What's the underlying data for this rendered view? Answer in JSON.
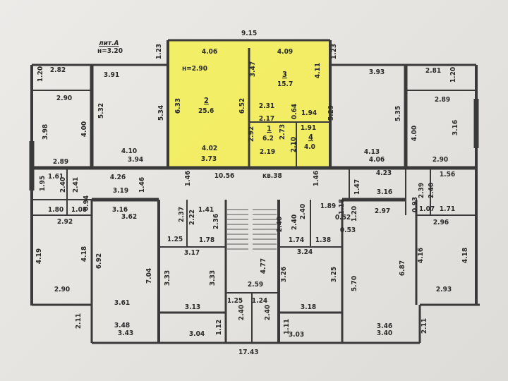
{
  "header": {
    "building_letter": "лит.А",
    "floor_height": "н=3.20",
    "section_width": "9.15",
    "section_length": "17.43"
  },
  "highlighted_apartment": {
    "label": "кв.38",
    "ceiling_height": "н=2.90",
    "highlight_color": "#f3ee4f",
    "rooms": [
      {
        "number": "2",
        "area": "25.6"
      },
      {
        "number": "3",
        "area": "15.7"
      },
      {
        "number": "1",
        "area": "6.2"
      },
      {
        "number": "4",
        "area": "4.0"
      }
    ]
  },
  "colors": {
    "paper": "#e8e6e2",
    "wall": "#3a3a3a",
    "line": "#4a4a4a"
  },
  "dimensions": [
    "1.23",
    "1.23",
    "4.06",
    "6.33",
    "6.52",
    "5.34",
    "3.47",
    "4.09",
    "4.11",
    "2.31",
    "0.64",
    "1.94",
    "2.17",
    "2.92",
    "2.73",
    "1.91",
    "2.10",
    "4.02",
    "3.73",
    "2.19",
    "5.29",
    "10.56",
    "1.46",
    "1.46",
    "2.82",
    "1.20",
    "3.91",
    "2.90",
    "5.32",
    "3.98",
    "4.00",
    "4.10",
    "3.94",
    "2.89",
    "1.61",
    "1.95",
    "2.40",
    "2.41",
    "4.26",
    "1.46",
    "3.19",
    "0.94",
    "1.80",
    "1.08",
    "3.16",
    "3.62",
    "3.93",
    "2.81",
    "1.20",
    "2.89",
    "5.35",
    "4.00",
    "3.16",
    "4.13",
    "4.06",
    "2.90",
    "4.23",
    "1.56",
    "1.47",
    "2.39",
    "2.40",
    "3.16",
    "0.93",
    "1.07",
    "1.71",
    "2.97",
    "1.20",
    "1.18",
    "0.52",
    "0.53",
    "2.92",
    "4.19",
    "4.18",
    "6.92",
    "2.90",
    "7.04",
    "3.61",
    "2.11",
    "3.48",
    "3.43",
    "2.37",
    "2.22",
    "1.41",
    "2.36",
    "1.25",
    "1.78",
    "3.17",
    "3.33",
    "3.33",
    "3.13",
    "3.04",
    "1.12",
    "4.77",
    "2.59",
    "1.25",
    "1.24",
    "2.40",
    "2.40",
    "2.40",
    "2.40",
    "2.40",
    "1.89",
    "1.74",
    "1.38",
    "3.24",
    "3.26",
    "3.25",
    "3.18",
    "1.11",
    "3.03",
    "2.96",
    "4.16",
    "4.18",
    "6.87",
    "5.70",
    "2.93",
    "3.46",
    "3.40",
    "2.11"
  ]
}
